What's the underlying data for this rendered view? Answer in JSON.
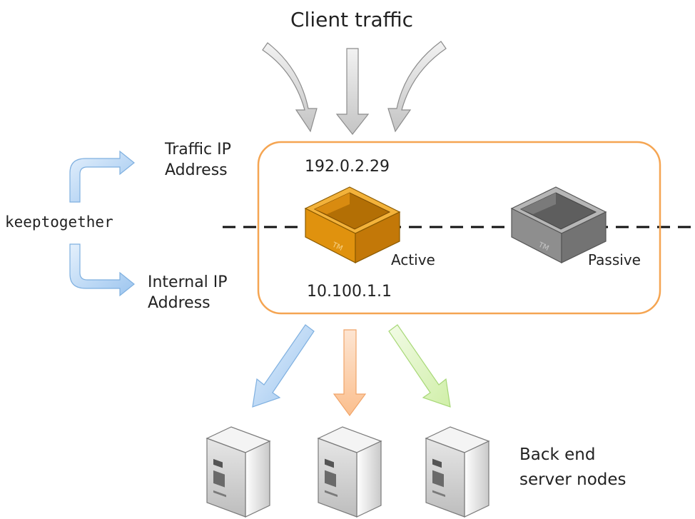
{
  "title": "Client traffic",
  "keeptogether": "keeptogether",
  "traffic_ip_label": "Traffic IP\nAddress",
  "internal_ip_label": "Internal IP\nAddress",
  "traffic_ip": "192.0.2.29",
  "internal_ip": "10.100.1.1",
  "active_label": "Active",
  "passive_label": "Passive",
  "backend_label": "Back end\nserver nodes",
  "appliance_badge": "TM",
  "colors": {
    "cluster_border": "#f5a552",
    "active_box": "#e0920e",
    "passive_box": "#8a8a8a",
    "arrow_gray": "#d0d0d0",
    "arrow_blue": "#a9cdf2",
    "arrow_orange": "#fcc79a",
    "arrow_green": "#d6f2b0"
  }
}
